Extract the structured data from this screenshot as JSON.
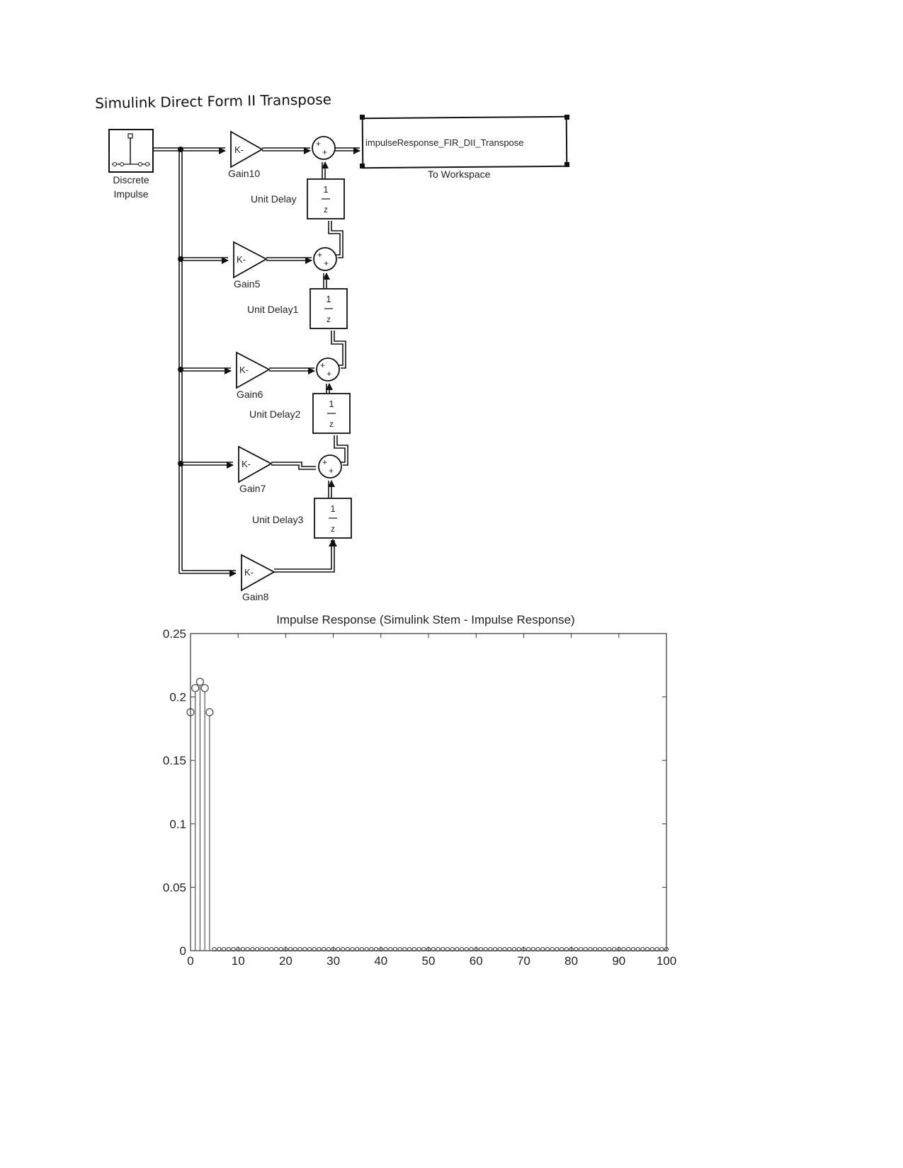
{
  "page_title": "Simulink Direct Form II Transpose",
  "diagram": {
    "source_block": {
      "line1": "Discrete",
      "line2": "Impulse"
    },
    "gain_symbol": "K-",
    "gains": [
      "Gain10",
      "Gain5",
      "Gain6",
      "Gain7",
      "Gain8"
    ],
    "unit_delays": [
      "Unit Delay",
      "Unit Delay1",
      "Unit Delay2",
      "Unit Delay3"
    ],
    "delay_numerator": "1",
    "delay_denominator": "z",
    "sum_sign": "+",
    "workspace_variable": "impulseResponse_FIR_DII_Transpose",
    "workspace_label": "To Workspace"
  },
  "chart_data": {
    "type": "stem",
    "title": "Impulse Response (Simulink Stem - Impulse Response)",
    "xlabel": "",
    "ylabel": "",
    "xlim": [
      0,
      100
    ],
    "ylim": [
      0,
      0.25
    ],
    "xticks": [
      "0",
      "10",
      "20",
      "30",
      "40",
      "50",
      "60",
      "70",
      "80",
      "90",
      "100"
    ],
    "yticks": [
      "0",
      "0.05",
      "0.1",
      "0.15",
      "0.2",
      "0.25"
    ],
    "points": [
      {
        "x": 0,
        "y": 0.188
      },
      {
        "x": 1,
        "y": 0.207
      },
      {
        "x": 2,
        "y": 0.212
      },
      {
        "x": 3,
        "y": 0.207
      },
      {
        "x": 4,
        "y": 0.188
      }
    ],
    "zero_from": 5,
    "zero_to": 100,
    "marker": "circle",
    "grid": false
  }
}
